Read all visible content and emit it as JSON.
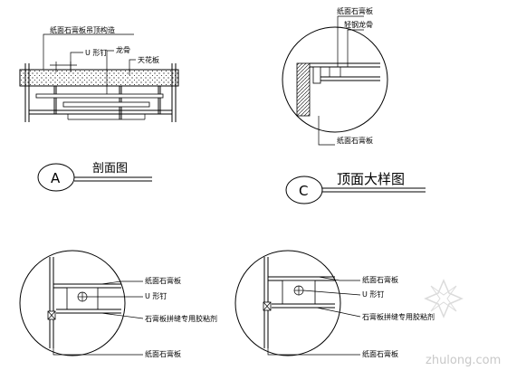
{
  "sections": {
    "a": {
      "letter": "A",
      "title": "剖面图",
      "labels": {
        "top": "纸面石膏板吊顶构造",
        "screw": "U 形钉",
        "keel": "龙骨",
        "ceiling": "天花板"
      }
    },
    "c": {
      "letter": "C",
      "title": "顶面大样图",
      "labels": {
        "top1": "纸面石膏板",
        "top2": "轻钢龙骨",
        "bottom": "纸面石膏板"
      }
    },
    "bl": {
      "labels": {
        "l1": "纸面石膏板",
        "l2": "U 形钉",
        "l3": "石膏板拼缝专用胶粘剂",
        "l4": "纸面石膏板"
      }
    },
    "br": {
      "labels": {
        "l1": "纸面石膏板",
        "l2": "U 形钉",
        "l3": "石膏板拼缝专用胶粘剂",
        "l4": "纸面石膏板"
      }
    }
  },
  "watermark": "zhulong.com"
}
